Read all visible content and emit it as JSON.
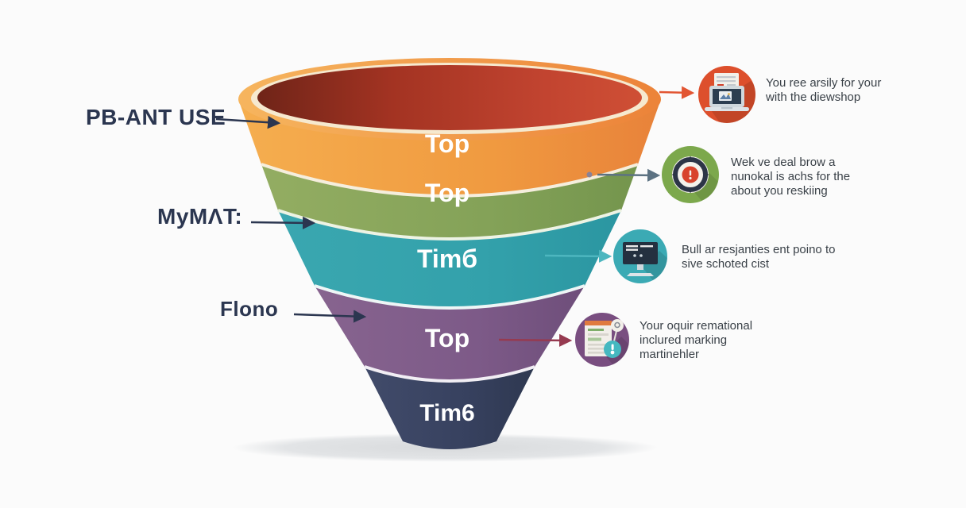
{
  "diagram": {
    "type": "funnel-infographic",
    "background": "#fbfbfb",
    "shadow_color": "#dcdee0"
  },
  "funnel": {
    "mouth_color": "#b03827",
    "layers": [
      {
        "label": "Top",
        "color": "#f09c42"
      },
      {
        "label": "Top",
        "color": "#84a258"
      },
      {
        "label": "Timб",
        "color": "#33a1ab"
      },
      {
        "label": "Top",
        "color": "#7d5a88"
      },
      {
        "label": "Tim6",
        "color": "#37415f"
      }
    ]
  },
  "left_labels": [
    {
      "text": "PB-ANT USE",
      "arrow_color": "#2b3650"
    },
    {
      "text": "MyMΛT:",
      "arrow_color": "#2b3650"
    },
    {
      "text": "Flono",
      "arrow_color": "#2b3650"
    }
  ],
  "right_items": [
    {
      "icon": "laptop-report-icon",
      "icon_color": "#dd4f2c",
      "arrow_color": "#e25532",
      "lines": [
        "You ree arsily for your",
        "with the diewshop"
      ]
    },
    {
      "icon": "timer-target-icon",
      "icon_color": "#7ca84c",
      "arrow_color": "#5c7282",
      "lines": [
        "Wek ve deal brow a",
        "nunokal is achs for the",
        "about you reskiing"
      ]
    },
    {
      "icon": "desktop-monitor-icon",
      "icon_color": "#3baab4",
      "arrow_color": "#4db6bf",
      "lines": [
        "Bull ar resjanties ent poino to",
        "sive schoted cist"
      ]
    },
    {
      "icon": "document-search-icon",
      "icon_color": "#794e80",
      "arrow_color": "#963a50",
      "lines": [
        "Your oquir remational",
        "inclured marking",
        "martinehler"
      ]
    }
  ]
}
